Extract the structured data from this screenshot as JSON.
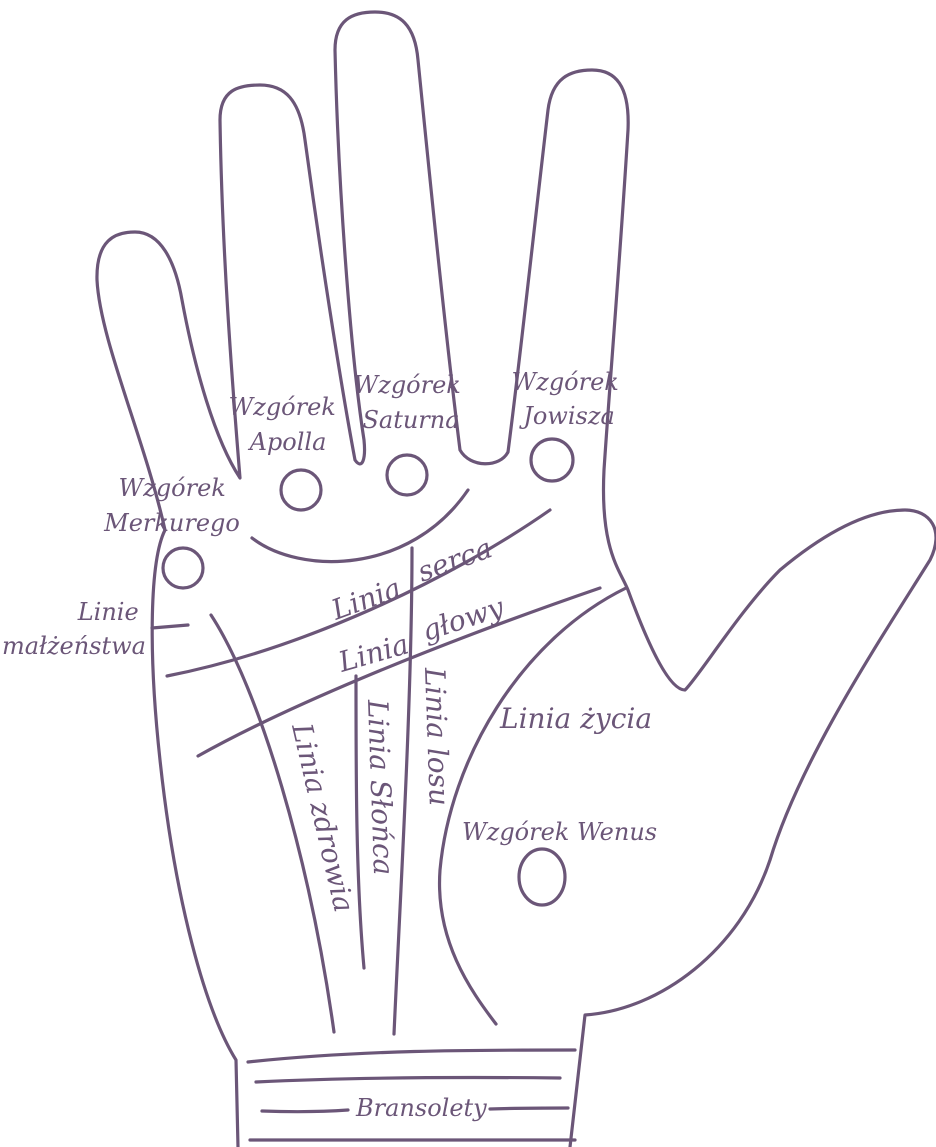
{
  "labels": {
    "mount_mercury": [
      "Wzgórek",
      "Merkurego"
    ],
    "mount_apollo": [
      "Wzgórek",
      "Apolla"
    ],
    "mount_saturn": [
      "Wzgórek",
      "Saturna"
    ],
    "mount_jupiter": [
      "Wzgórek",
      "Jowisza"
    ],
    "marriage_lines": [
      "Linie",
      "małżeństwa"
    ],
    "heart_line": [
      "Linia",
      "serca"
    ],
    "head_line": [
      "Linia",
      "głowy"
    ],
    "fate_line": "Linia losu",
    "sun_line": "Linia Słońca",
    "health_line": "Linia zdrowia",
    "life_line": "Linia życia",
    "mount_venus": "Wzgórek Wenus",
    "bracelets": "Bransolety"
  },
  "colors": {
    "line": "#6b5678",
    "background": "#ffffff"
  }
}
